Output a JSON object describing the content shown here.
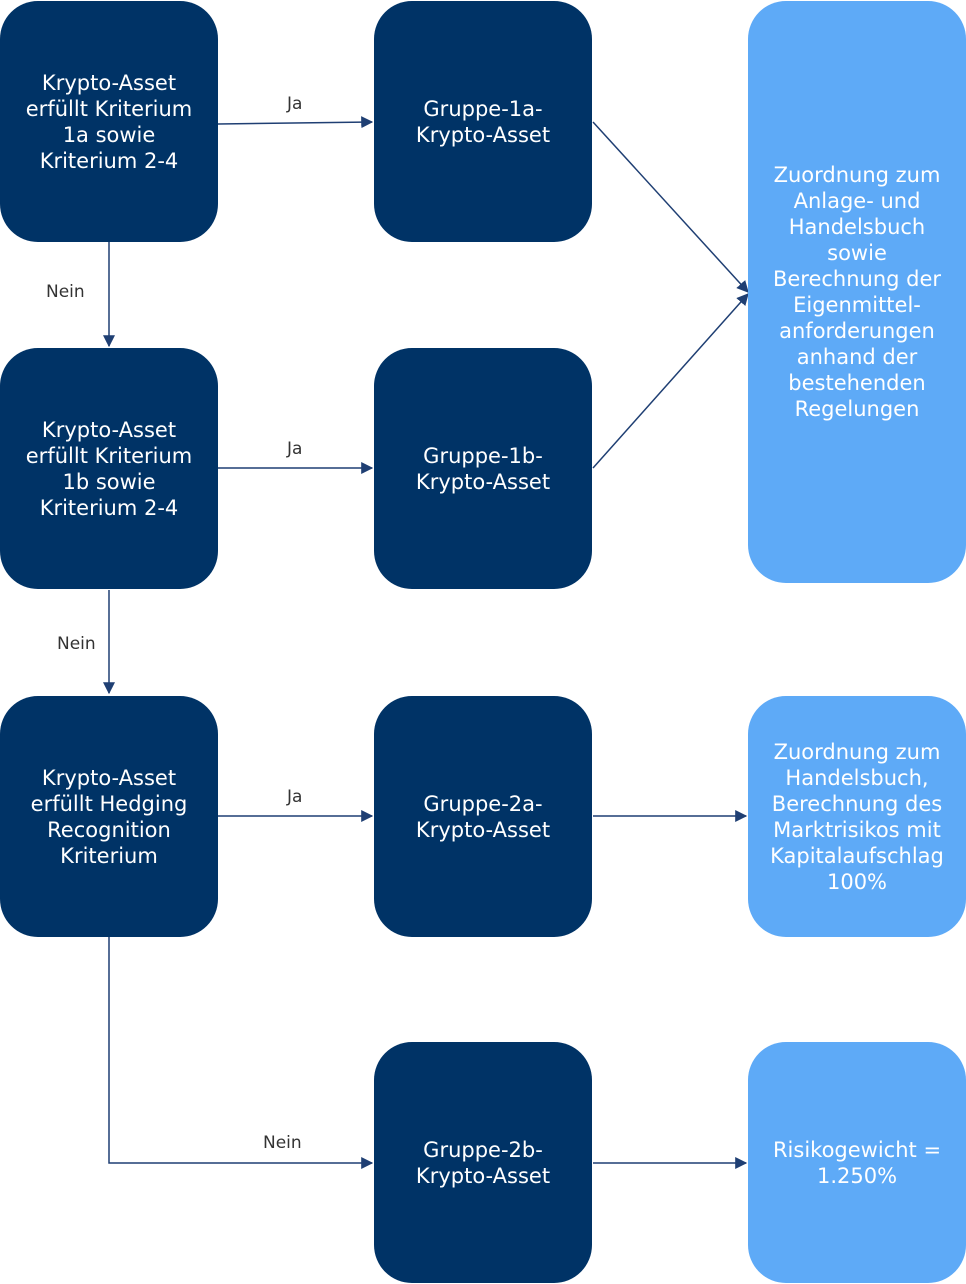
{
  "decisions": [
    {
      "text": "Krypto-Asset\nerfüllt Kriterium\n1a sowie\nKriterium 2-4"
    },
    {
      "text": "Krypto-Asset\nerfüllt Kriterium\n1b sowie\nKriterium 2-4"
    },
    {
      "text": "Krypto-Asset\nerfüllt Hedging\nRecognition\nKriterium"
    }
  ],
  "groups": [
    {
      "text": "Gruppe-1a-\nKrypto-Asset"
    },
    {
      "text": "Gruppe-1b-\nKrypto-Asset"
    },
    {
      "text": "Gruppe-2a-\nKrypto-Asset"
    },
    {
      "text": "Gruppe-2b-\nKrypto-Asset"
    }
  ],
  "outcomes": [
    {
      "text": "Zuordnung zum\nAnlage- und\nHandelsbuch\nsowie\nBerechnung der\nEigenmittel-\nanforderungen\nanhand der\nbestehenden\nRegelungen"
    },
    {
      "text": "Zuordnung zum\nHandelsbuch,\nBerechnung des\nMarktrisikos mit\nKapitalaufschlag\n100%"
    },
    {
      "text": "Risikogewicht =\n1.250%"
    }
  ],
  "edge_labels": {
    "yes1": "Ja",
    "yes2": "Ja",
    "yes3": "Ja",
    "no1": "Nein",
    "no2": "Nein",
    "no3": "Nein"
  },
  "colors": {
    "dark_box": "#003366",
    "light_box": "#5eaaf7",
    "connector": "#1f3f73"
  }
}
